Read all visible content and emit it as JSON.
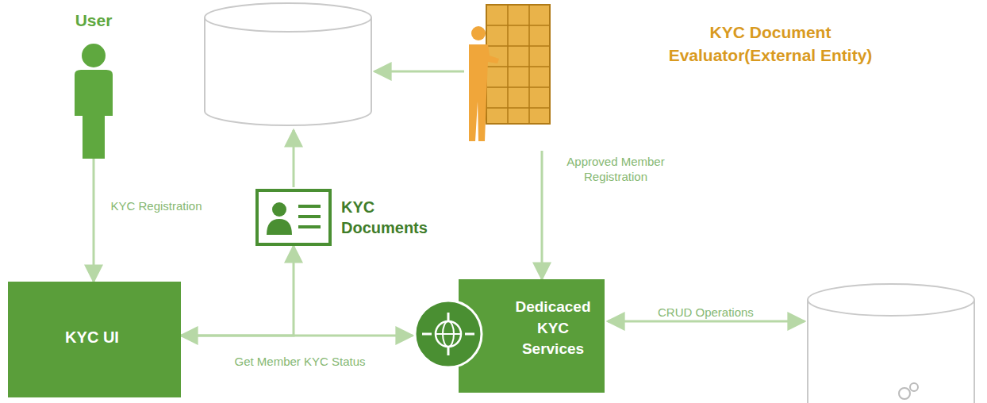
{
  "diagram": {
    "nodes": [
      {
        "text": [
          "User"
        ]
      },
      {
        "text": [
          "KYC Document Evaluator(External Entity)"
        ]
      },
      {
        "text": [
          "KYC Documents"
        ]
      },
      {
        "text": [
          "KYC UI"
        ]
      },
      {
        "text": [
          "Dedicaced KYC Services"
        ]
      }
    ],
    "edges": [
      {
        "from": 0,
        "to": 3,
        "label": "KYC Registration",
        "arrow": "to"
      },
      {
        "from": 1,
        "to": 4,
        "label": "Approved Member Registration",
        "arrow": "to"
      },
      {
        "from": 3,
        "to": 4,
        "label": "Get Member KYC Status",
        "arrow": "both"
      },
      {
        "from": 3,
        "to": 2,
        "arrow": "to"
      }
    ],
    "labels": [
      "CRUD Operations"
    ]
  }
}
